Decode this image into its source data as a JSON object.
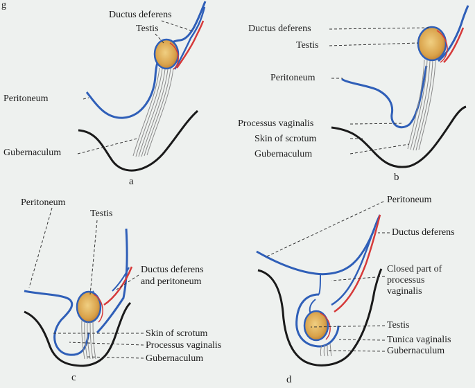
{
  "figure": {
    "top_fragment": "g",
    "panels": [
      {
        "letter": "a",
        "labels": {
          "ductus_deferens": "Ductus deferens",
          "testis": "Testis",
          "peritoneum": "Peritoneum",
          "gubernaculum": "Gubernaculum"
        }
      },
      {
        "letter": "b",
        "labels": {
          "ductus_deferens": "Ductus deferens",
          "testis": "Testis",
          "peritoneum": "Peritoneum",
          "processus_vaginalis": "Processus vaginalis",
          "skin_of_scrotum": "Skin of scrotum",
          "gubernaculum": "Gubernaculum"
        }
      },
      {
        "letter": "c",
        "labels": {
          "peritoneum": "Peritoneum",
          "testis": "Testis",
          "ductus_deferens_line1": "Ductus deferens",
          "ductus_deferens_line2": "and peritoneum",
          "skin_of_scrotum": "Skin of scrotum",
          "processus_vaginalis": "Processus vaginalis",
          "gubernaculum": "Gubernaculum"
        }
      },
      {
        "letter": "d",
        "labels": {
          "peritoneum": "Peritoneum",
          "ductus_deferens": "Ductus deferens",
          "closed_part_line1": "Closed part of",
          "closed_part_line2": "processus",
          "closed_part_line3": "vaginalis",
          "testis": "Testis",
          "tunica_vaginalis": "Tunica vaginalis",
          "gubernaculum": "Gubernaculum"
        }
      }
    ],
    "colors": {
      "peritoneum": "#2f5fb8",
      "ductus_deferens": "#d63a3a",
      "skin": "#1a1a1a",
      "testis_fill": "#e3b35a",
      "gubernaculum": "#8a8a8a",
      "leader": "#333333"
    }
  }
}
